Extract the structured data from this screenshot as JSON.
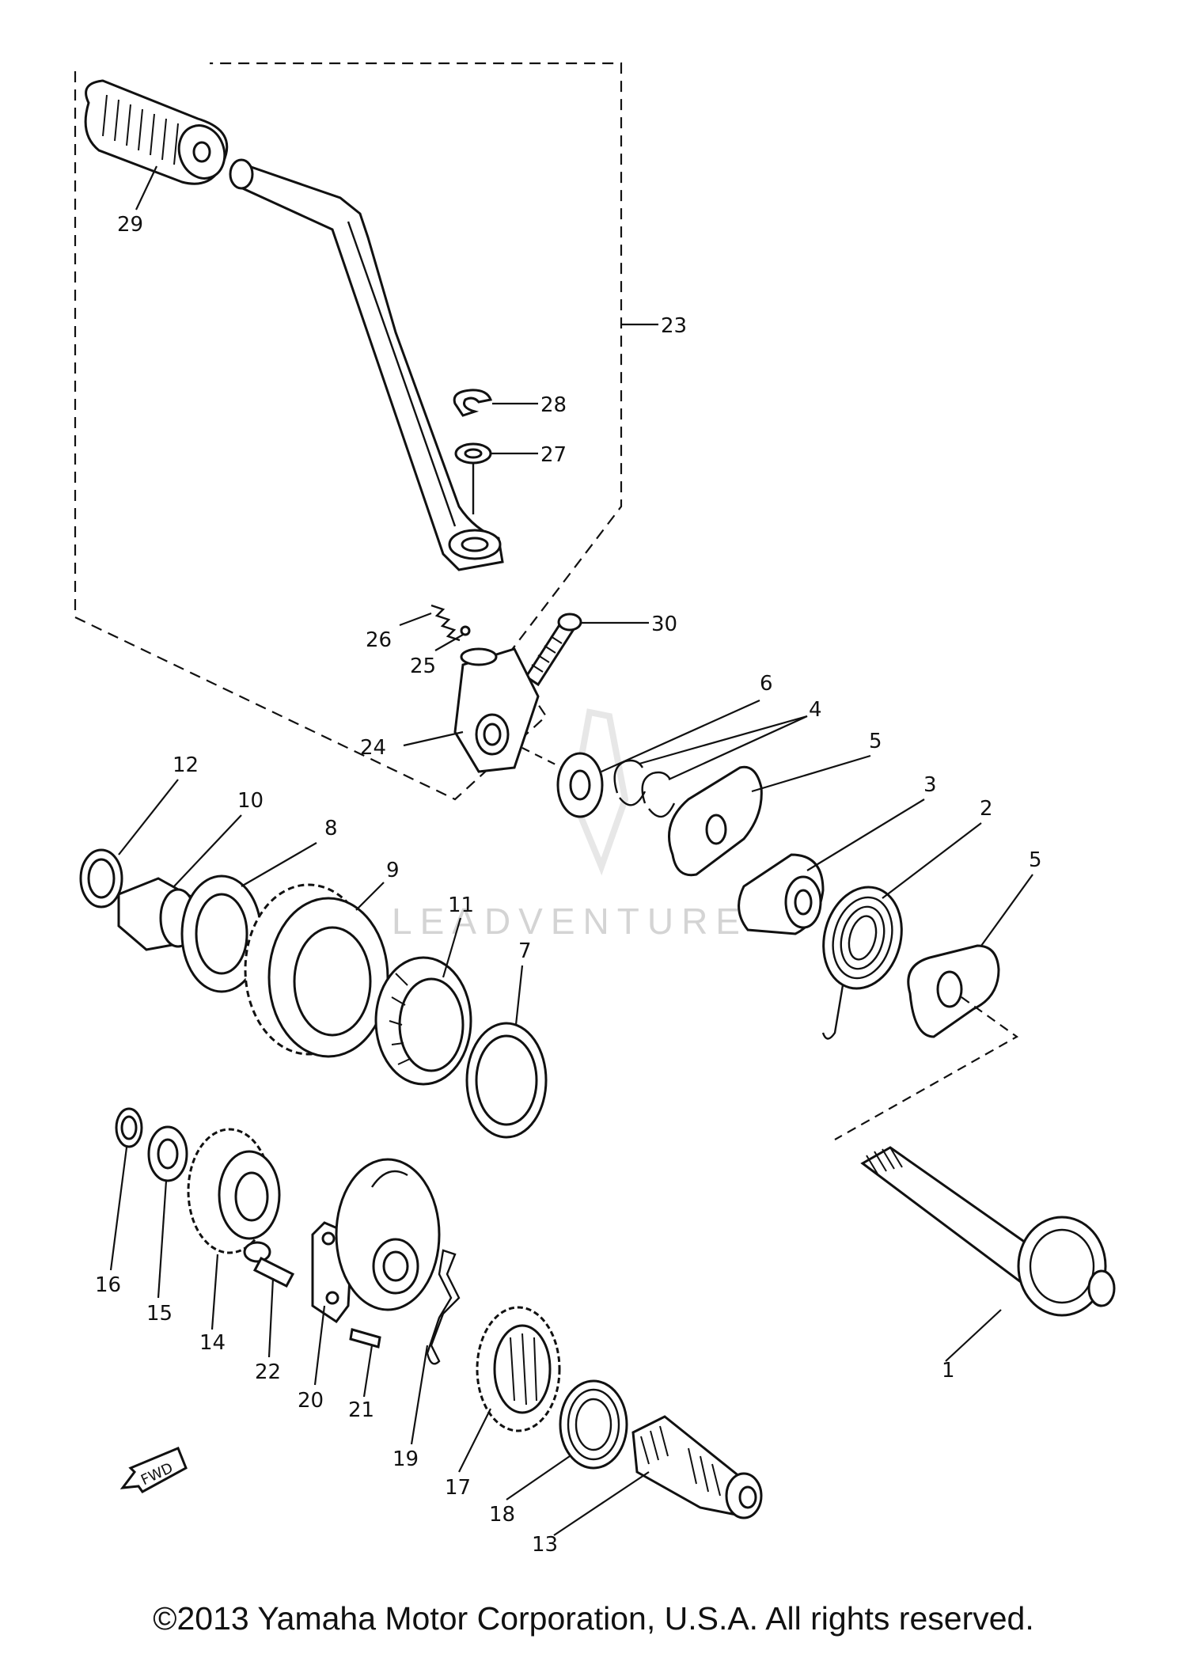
{
  "diagram": {
    "watermark": "LEADVENTURE",
    "fwd_label": "FWD",
    "labels": {
      "l1": "1",
      "l2": "2",
      "l3": "3",
      "l4": "4",
      "l5a": "5",
      "l5b": "5",
      "l6": "6",
      "l7": "7",
      "l8": "8",
      "l9": "9",
      "l10": "10",
      "l11": "11",
      "l12": "12",
      "l13": "13",
      "l14": "14",
      "l15": "15",
      "l16": "16",
      "l17": "17",
      "l18": "18",
      "l19": "19",
      "l20": "20",
      "l21": "21",
      "l22": "22",
      "l23": "23",
      "l24": "24",
      "l25": "25",
      "l26": "26",
      "l27": "27",
      "l28": "28",
      "l29": "29",
      "l30": "30"
    }
  },
  "footer": {
    "copyright": "©2013 Yamaha Motor Corporation, U.S.A. All rights reserved."
  }
}
